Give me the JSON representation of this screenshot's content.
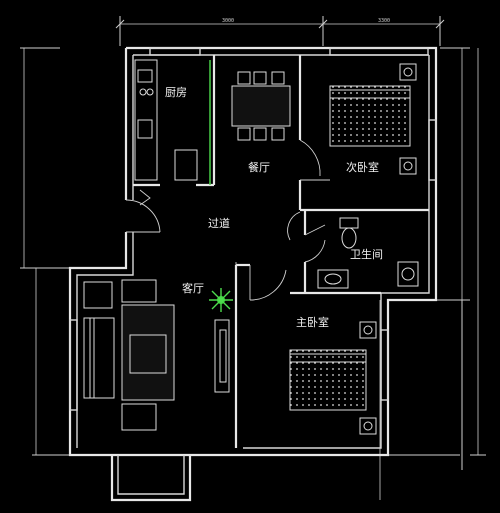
{
  "rooms": {
    "kitchen": "厨房",
    "dining": "餐厅",
    "second_bedroom": "次卧室",
    "hallway": "过道",
    "bathroom": "卫生间",
    "living_room": "客厅",
    "master_bedroom": "主卧室"
  },
  "dimensions": {
    "top_left": "3000",
    "top_right": "3300"
  },
  "colors": {
    "background": "#000000",
    "walls": "#e8e8e8",
    "plant": "#3cd63c"
  }
}
